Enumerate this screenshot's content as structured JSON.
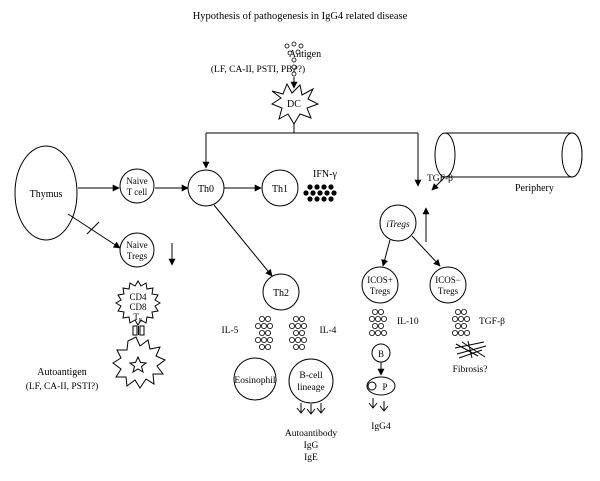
{
  "title": "Hypothesis of pathogenesis in IgG4 related disease",
  "antigen": {
    "label": "Antigen",
    "list": "(LF, CA-II, PSTI, PBP?)"
  },
  "dc": "DC",
  "thymus": "Thymus",
  "naive_t_cell": [
    "Naive",
    "T cell"
  ],
  "naive_tregs": [
    "Naive",
    "Tregs"
  ],
  "th0": "Th0",
  "th1": "Th1",
  "ifn": "IFN-γ",
  "th2": "Th2",
  "il5": "IL-5",
  "il4": "IL-4",
  "eosinophil": "Eosinophil",
  "b_cell": [
    "B-cell",
    "lineage"
  ],
  "autoantibody": [
    "Autoantibody",
    "IgG",
    "IgE"
  ],
  "tgf_top": "TGF-β",
  "periphery": "Periphery",
  "itregs": "iTregs",
  "icos_pos": [
    "ICOS+",
    "Tregs"
  ],
  "icos_neg": [
    "ICOS−",
    "Tregs"
  ],
  "il10": "IL-10",
  "tgf_bottom": "TGF-β",
  "b": "B",
  "p": "P",
  "igg4": "IgG4",
  "fibrosis": "Fibrosis?",
  "cd_box": {
    "l1": "CD4",
    "l2": "CD8",
    "l3": "T"
  },
  "autoantigen": {
    "label": "Autoantigen",
    "list": "(LF, CA-II, PSTI?)"
  }
}
